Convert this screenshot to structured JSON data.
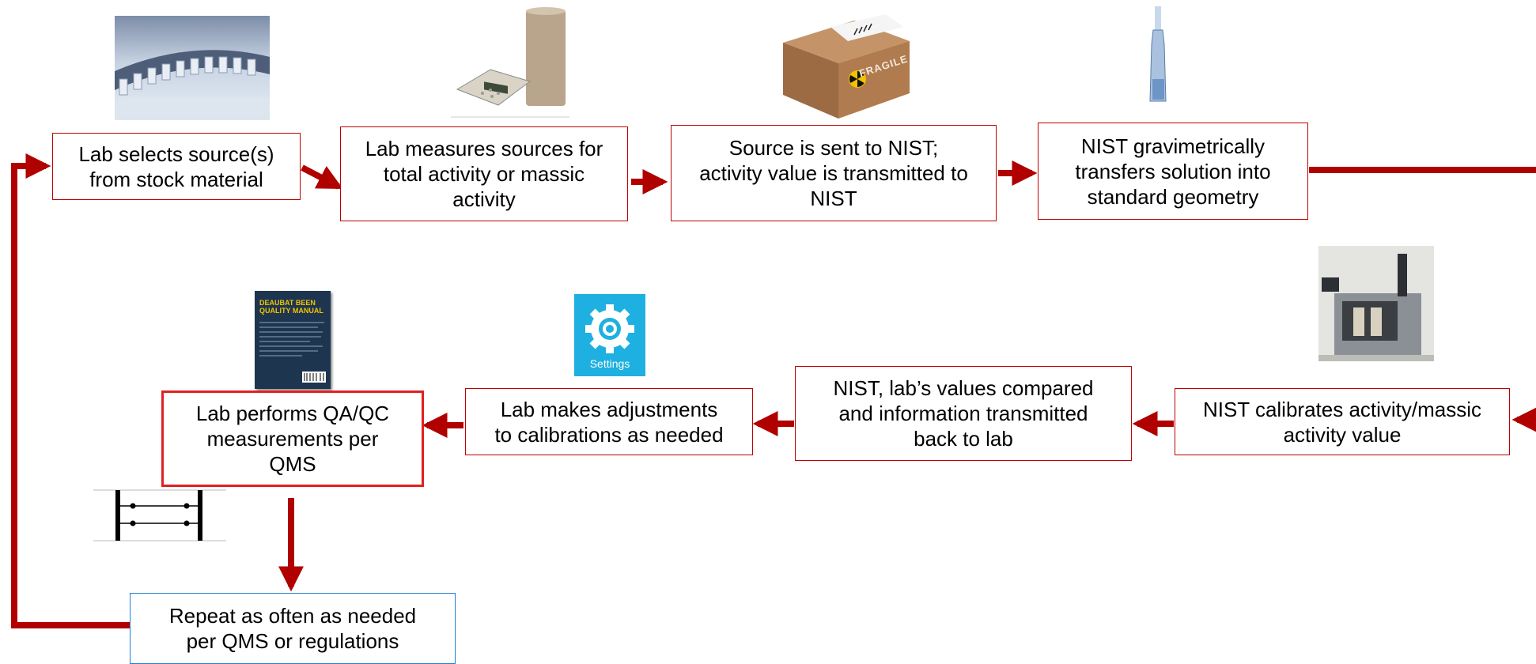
{
  "nodes": {
    "step1": "Lab selects source(s)\nfrom stock material",
    "step2": "Lab measures sources for\ntotal activity or massic\nactivity",
    "step3": "Source is sent to NIST;\nactivity value is transmitted to\nNIST",
    "step4": "NIST gravimetrically\ntransfers solution into\nstandard geometry",
    "step5": "NIST calibrates activity/massic\nactivity value",
    "step6": "NIST, lab’s values compared\nand information transmitted\nback to lab",
    "step7": "Lab makes adjustments\nto calibrations as needed",
    "step8": "Lab performs QA/QC\nmeasurements per\nQMS",
    "step9": "Repeat as often as needed\nper QMS or regulations"
  },
  "images": {
    "settings_label": "Settings",
    "box_label": "FRAGILE",
    "book_title": "DEAUBAT BEEN\nQUALITY MANUAL"
  },
  "colors": {
    "arrow": "#c00000",
    "box_border": "#c00000",
    "highlight_border": "#e02020",
    "repeat_border": "#1f7fd1"
  },
  "icons": {
    "vials": "vial-conveyor-photo",
    "calibrator": "dose-calibrator-photo",
    "package": "radioactive-package-photo",
    "ampoule": "ampoule-photo",
    "instrument": "counting-instrument-photo",
    "scale": "apples-oranges-scale",
    "settings": "settings-gear-icon",
    "manual": "quality-manual-book",
    "control_chart": "control-chart-icon"
  }
}
